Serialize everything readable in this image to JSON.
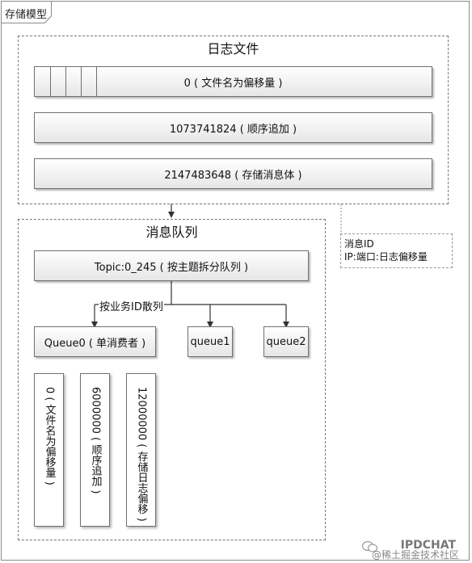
{
  "tab_label": "存储模型",
  "log_file": {
    "title": "日志文件",
    "rows": [
      "0 ( 文件名为偏移量 )",
      "1073741824 ( 顺序追加 )",
      "2147483648 ( 存储消息体 )"
    ]
  },
  "note": {
    "line1": "消息ID",
    "line2": "IP:端口:日志偏移量"
  },
  "message_queue": {
    "title": "消息队列",
    "topic": "Topic:0_245 ( 按主题拆分队列 )",
    "split_label": "按业务ID散列",
    "queues": [
      "Queue0 ( 单消费者 )",
      "queue1",
      "queue2"
    ],
    "entries": [
      "0 ( 文件名为偏移量 )",
      "6000000 ( 顺序追加 )",
      "12000000 ( 存储日志偏移 )"
    ]
  },
  "watermark": {
    "brand": "IPDCHAT",
    "credit": "@稀土掘金技术社区"
  }
}
